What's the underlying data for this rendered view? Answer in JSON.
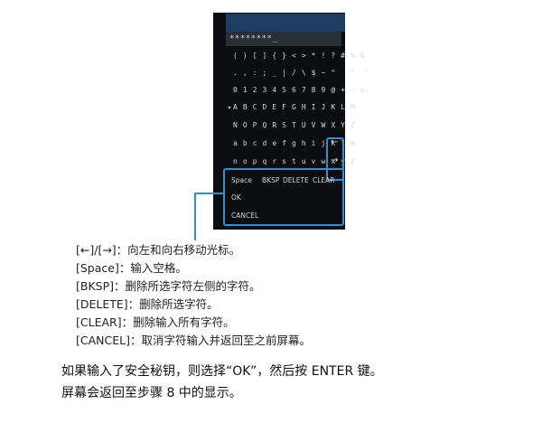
{
  "screen": {
    "password_field": "********_",
    "keyboard_rows": [
      "( ) [ ] { } < > * ! ? # % &",
      ". , : ; _ | / \\ $ ~ ^   \"  '",
      "0 1 2 3 4 5 6 7 8 9 @ + - =",
      "A B C D E F G H I J K L M",
      "N O P Q R S T U V W X Y Z",
      "a b c d e f g h i j k l m",
      "n o p q r s t u v w x y z"
    ],
    "cursor_marker": "▸",
    "left_arrow": "←",
    "right_arrow": "→",
    "menu": {
      "space": "Space",
      "bksp": "BKSP",
      "delete": "DELETE",
      "clear": "CLEAR",
      "ok": "OK",
      "cancel": "CANCEL"
    }
  },
  "colors": {
    "screen_bg": "#0b0d10",
    "highlight": "#2f8fd0",
    "title_bar": "#1d3d63"
  },
  "descriptions": [
    "[←]/[→]：向左和向右移动光标。",
    "[Space]：输入空格。",
    "[BKSP]：删除所选字符左侧的字符。",
    "[DELETE]：删除所选字符。",
    "[CLEAR]：删除输入所有字符。",
    "[CANCEL]：取消字符输入并返回至之前屏幕。"
  ],
  "paragraph": [
    "如果输入了安全秘钥，则选择“OK”，然后按 ENTER 键。",
    "屏幕会返回至步骤 8 中的显示。"
  ]
}
